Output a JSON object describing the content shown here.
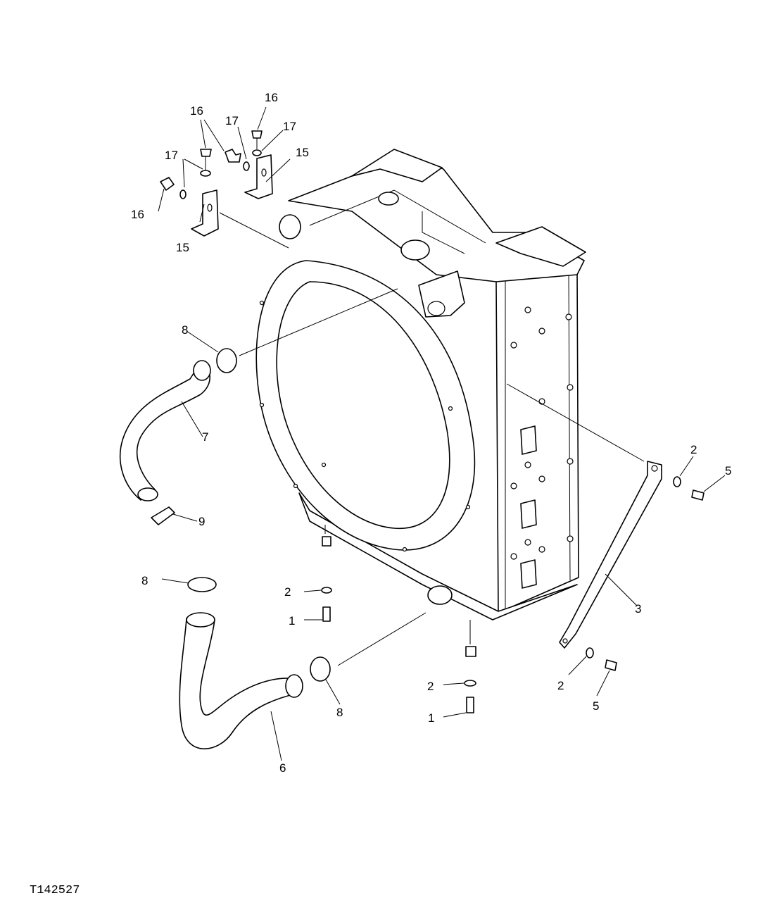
{
  "figure_id": "T142527",
  "callouts": {
    "c1a": "1",
    "c1b": "1",
    "c2a": "2",
    "c2b": "2",
    "c2c": "2",
    "c2d": "2",
    "c3": "3",
    "c5a": "5",
    "c5b": "5",
    "c6": "6",
    "c7": "7",
    "c8a": "8",
    "c8b": "8",
    "c8c": "8",
    "c9": "9",
    "c15a": "15",
    "c15b": "15",
    "c16a": "16",
    "c16b": "16",
    "c16c": "16",
    "c17a": "17",
    "c17b": "17",
    "c17c": "17"
  },
  "colors": {
    "line": "#000000",
    "background": "#ffffff"
  }
}
